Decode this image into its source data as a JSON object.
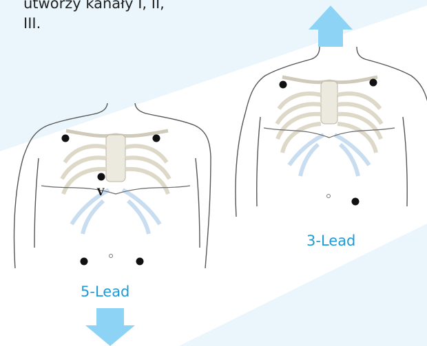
{
  "note": {
    "line1": "utworzy kanały I, II,",
    "line2": "III."
  },
  "torso_3lead": {
    "caption": "3-Lead",
    "arrow": "up-arrow-icon"
  },
  "torso_5lead": {
    "caption": "5-Lead",
    "chest_electrode_label": "V",
    "arrow": "down-arrow-icon"
  },
  "colors": {
    "band_light": "#eaf6fc",
    "band_mid": "#dff1fa",
    "arrow": "#8dd3f5",
    "caption": "#1f9ad6",
    "electrode": "#111111",
    "bone": "#ece9df",
    "bone_blue": "#c8def0",
    "outline": "#555555"
  }
}
